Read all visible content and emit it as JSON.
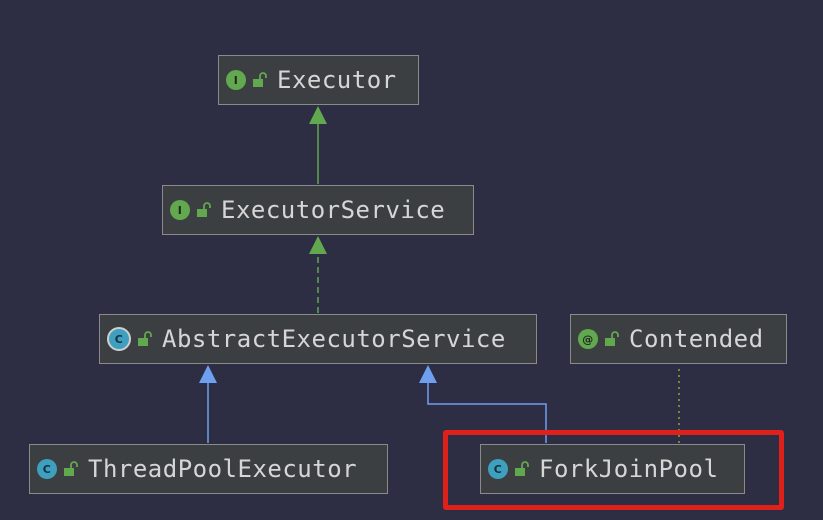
{
  "colors": {
    "background": "#2d2d44",
    "node_fill": "#3c3f41",
    "node_border": "#8a8a8a",
    "extends_interface_edge": "#62a84f",
    "extends_class_edge": "#6e9ff0",
    "annotation_edge": "#8aa832",
    "highlight": "#e0201b"
  },
  "nodes": [
    {
      "id": "executor",
      "label": "Executor",
      "kind": "interface",
      "kind_letter": "I",
      "icon": "open-lock-icon"
    },
    {
      "id": "executorservice",
      "label": "ExecutorService",
      "kind": "interface",
      "kind_letter": "I",
      "icon": "open-lock-icon"
    },
    {
      "id": "abstract",
      "label": "AbstractExecutorService",
      "kind": "abstract-class",
      "kind_letter": "C",
      "icon": "open-lock-icon"
    },
    {
      "id": "contended",
      "label": "Contended",
      "kind": "annotation",
      "kind_letter": "@",
      "icon": "open-lock-icon"
    },
    {
      "id": "tpe",
      "label": "ThreadPoolExecutor",
      "kind": "class",
      "kind_letter": "C",
      "icon": "open-lock-icon"
    },
    {
      "id": "fjp",
      "label": "ForkJoinPool",
      "kind": "class",
      "kind_letter": "C",
      "icon": "open-lock-icon"
    }
  ],
  "edges": [
    {
      "from": "executorservice",
      "to": "executor",
      "type": "extends-interface",
      "style": "solid"
    },
    {
      "from": "abstract",
      "to": "executorservice",
      "type": "implements",
      "style": "dashed"
    },
    {
      "from": "tpe",
      "to": "abstract",
      "type": "extends-class",
      "style": "solid"
    },
    {
      "from": "fjp",
      "to": "abstract",
      "type": "extends-class",
      "style": "solid"
    },
    {
      "from": "fjp",
      "to": "contended",
      "type": "annotated-by",
      "style": "dotted"
    }
  ],
  "highlighted_node": "fjp"
}
